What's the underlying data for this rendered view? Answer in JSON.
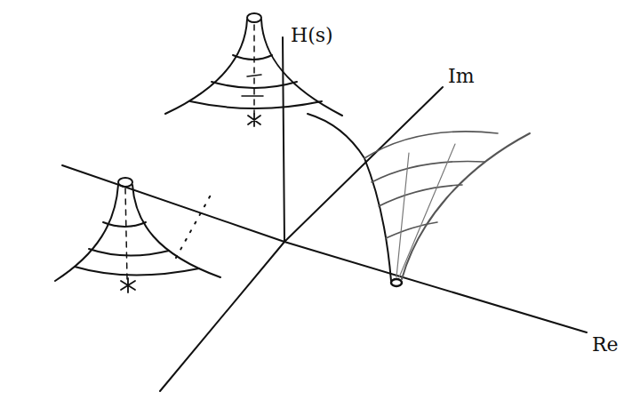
{
  "diagram": {
    "labels": [
      "H(s)",
      "Im",
      "Re"
    ]
  }
}
